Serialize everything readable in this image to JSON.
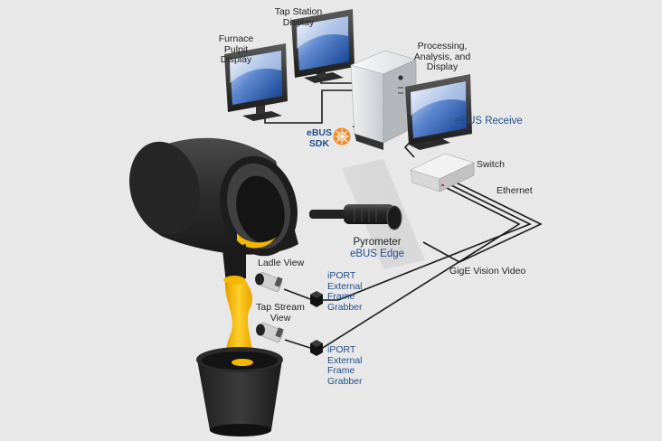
{
  "labels": {
    "tap_station_display": [
      "Tap Station",
      "Display"
    ],
    "furnace_pulpit_display": [
      "Furnace",
      "Pulpit",
      "Display"
    ],
    "processing": [
      "Processing,",
      "Analysis, and",
      "Display"
    ],
    "ebus_receive": "eBUS Receive",
    "ebus_sdk": [
      "eBUS",
      "SDK"
    ],
    "switch": "Switch",
    "ethernet": "Ethernet",
    "pyrometer": "Pyrometer",
    "ebus_edge": "eBUS Edge",
    "gige_vision_video": "GigE Vision Video",
    "ladle_view": "Ladle View",
    "tap_stream_view": [
      "Tap Stream",
      "View"
    ],
    "iport_1": [
      "iPORT",
      "External",
      "Frame",
      "Grabber"
    ],
    "iport_2": [
      "iPORT",
      "External",
      "Frame",
      "Grabber"
    ]
  },
  "colors": {
    "background": "#e8e8e8",
    "molten_metal": "#f5b800",
    "brand_blue": "#1e4e8c",
    "sdk_badge": "#f08c28",
    "status_led": "#d83030"
  }
}
